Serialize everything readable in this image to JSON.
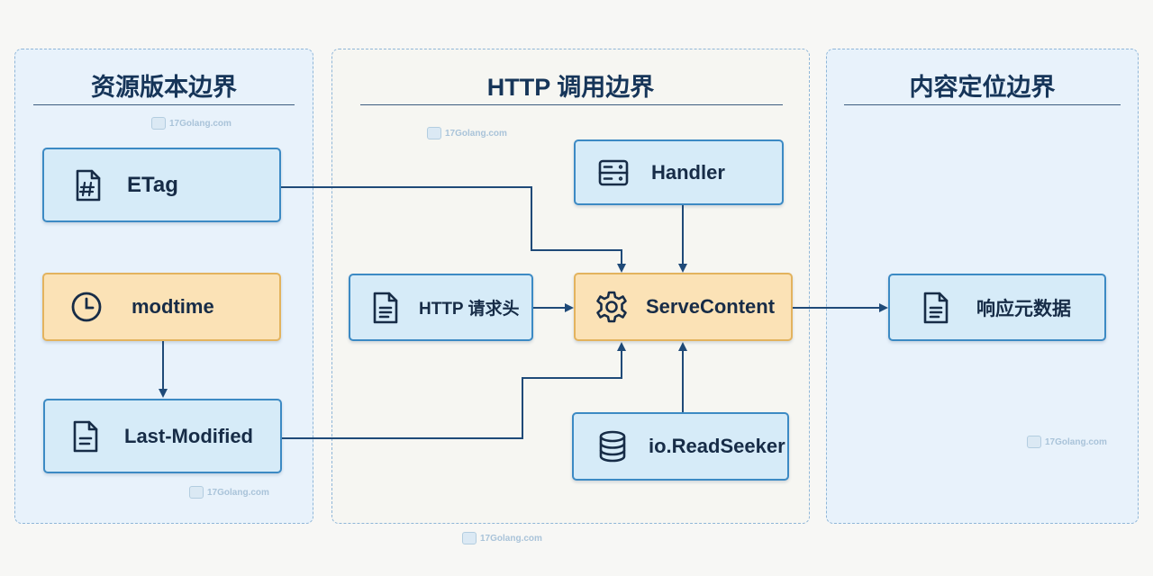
{
  "panels": {
    "left": {
      "title": "资源版本边界"
    },
    "middle": {
      "title": "HTTP 调用边界"
    },
    "right": {
      "title": "内容定位边界"
    }
  },
  "nodes": {
    "etag": {
      "label": "ETag",
      "icon": "hash-file-icon"
    },
    "modtime": {
      "label": "modtime",
      "icon": "clock-icon"
    },
    "last_modified": {
      "label": "Last-Modified",
      "icon": "document-icon"
    },
    "handler": {
      "label": "Handler",
      "icon": "server-icon"
    },
    "http_header": {
      "label": "HTTP 请求头",
      "icon": "document-icon"
    },
    "serve_content": {
      "label": "ServeContent",
      "icon": "gear-icon"
    },
    "read_seeker": {
      "label": "io.ReadSeeker",
      "icon": "database-icon"
    },
    "response_meta": {
      "label": "响应元数据",
      "icon": "document-icon"
    }
  },
  "edges": [
    {
      "from": "ETag",
      "to": "ServeContent"
    },
    {
      "from": "Handler",
      "to": "ServeContent"
    },
    {
      "from": "modtime",
      "to": "Last-Modified"
    },
    {
      "from": "Last-Modified",
      "to": "ServeContent"
    },
    {
      "from": "HTTP 请求头",
      "to": "ServeContent"
    },
    {
      "from": "io.ReadSeeker",
      "to": "ServeContent"
    },
    {
      "from": "ServeContent",
      "to": "响应元数据"
    }
  ],
  "watermark": {
    "text": "17Golang.com"
  },
  "colors": {
    "panel_blue": "#e8f2fb",
    "node_blue": "#d6ebf8",
    "node_orange": "#fbe2b6",
    "arrow": "#1f4a78"
  }
}
